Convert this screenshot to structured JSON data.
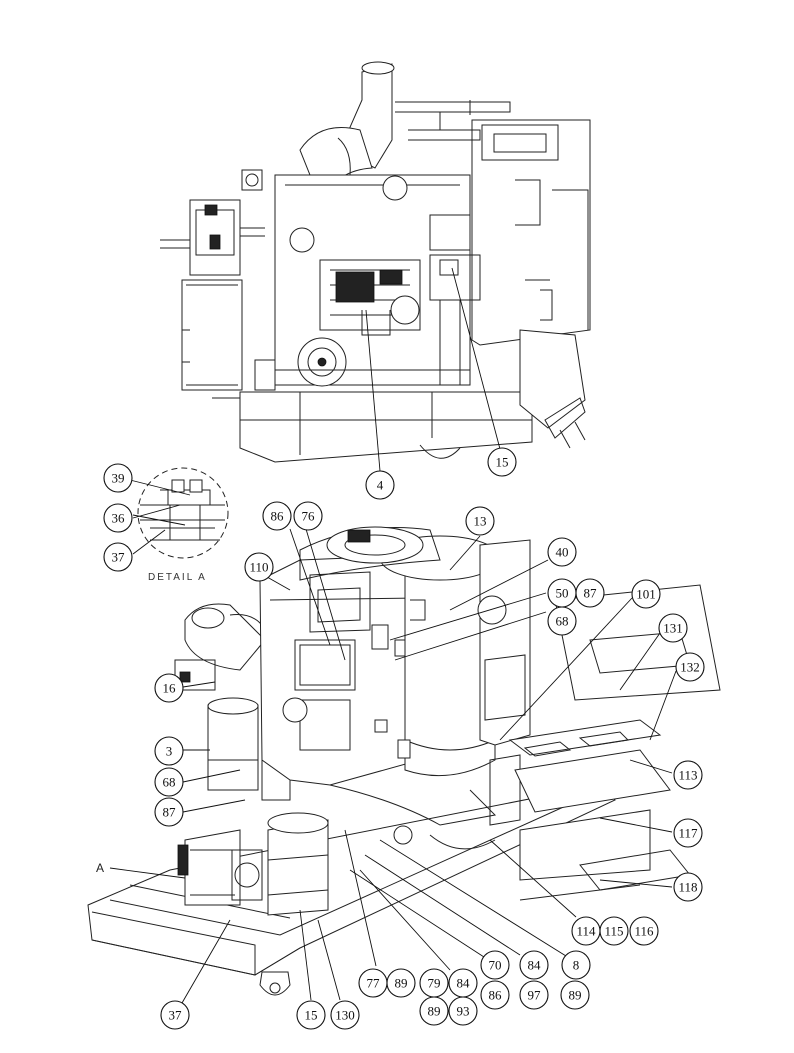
{
  "detail": {
    "label": "DETAIL  A",
    "marker": "A"
  },
  "callouts": [
    {
      "id": "c-4",
      "text": "4"
    },
    {
      "id": "c-15a",
      "text": "15"
    },
    {
      "id": "c-39",
      "text": "39"
    },
    {
      "id": "c-36",
      "text": "36"
    },
    {
      "id": "c-37a",
      "text": "37"
    },
    {
      "id": "c-86a",
      "text": "86"
    },
    {
      "id": "c-76",
      "text": "76"
    },
    {
      "id": "c-13",
      "text": "13"
    },
    {
      "id": "c-40",
      "text": "40"
    },
    {
      "id": "c-110",
      "text": "110"
    },
    {
      "id": "c-50",
      "text": "50"
    },
    {
      "id": "c-87a",
      "text": "87"
    },
    {
      "id": "c-68a",
      "text": "68"
    },
    {
      "id": "c-101",
      "text": "101"
    },
    {
      "id": "c-131",
      "text": "131"
    },
    {
      "id": "c-132",
      "text": "132"
    },
    {
      "id": "c-16",
      "text": "16"
    },
    {
      "id": "c-3",
      "text": "3"
    },
    {
      "id": "c-68b",
      "text": "68"
    },
    {
      "id": "c-87b",
      "text": "87"
    },
    {
      "id": "c-113",
      "text": "113"
    },
    {
      "id": "c-117",
      "text": "117"
    },
    {
      "id": "c-118",
      "text": "118"
    },
    {
      "id": "c-114",
      "text": "114"
    },
    {
      "id": "c-115",
      "text": "115"
    },
    {
      "id": "c-116",
      "text": "116"
    },
    {
      "id": "c-70",
      "text": "70"
    },
    {
      "id": "c-84",
      "text": "84"
    },
    {
      "id": "c-8",
      "text": "8"
    },
    {
      "id": "c-77",
      "text": "77"
    },
    {
      "id": "c-89a",
      "text": "89"
    },
    {
      "id": "c-79",
      "text": "79"
    },
    {
      "id": "c-84b",
      "text": "84"
    },
    {
      "id": "c-86b",
      "text": "86"
    },
    {
      "id": "c-97",
      "text": "97"
    },
    {
      "id": "c-89b",
      "text": "89"
    },
    {
      "id": "c-89c",
      "text": "89"
    },
    {
      "id": "c-93",
      "text": "93"
    },
    {
      "id": "c-37b",
      "text": "37"
    },
    {
      "id": "c-15b",
      "text": "15"
    },
    {
      "id": "c-130",
      "text": "130"
    }
  ]
}
